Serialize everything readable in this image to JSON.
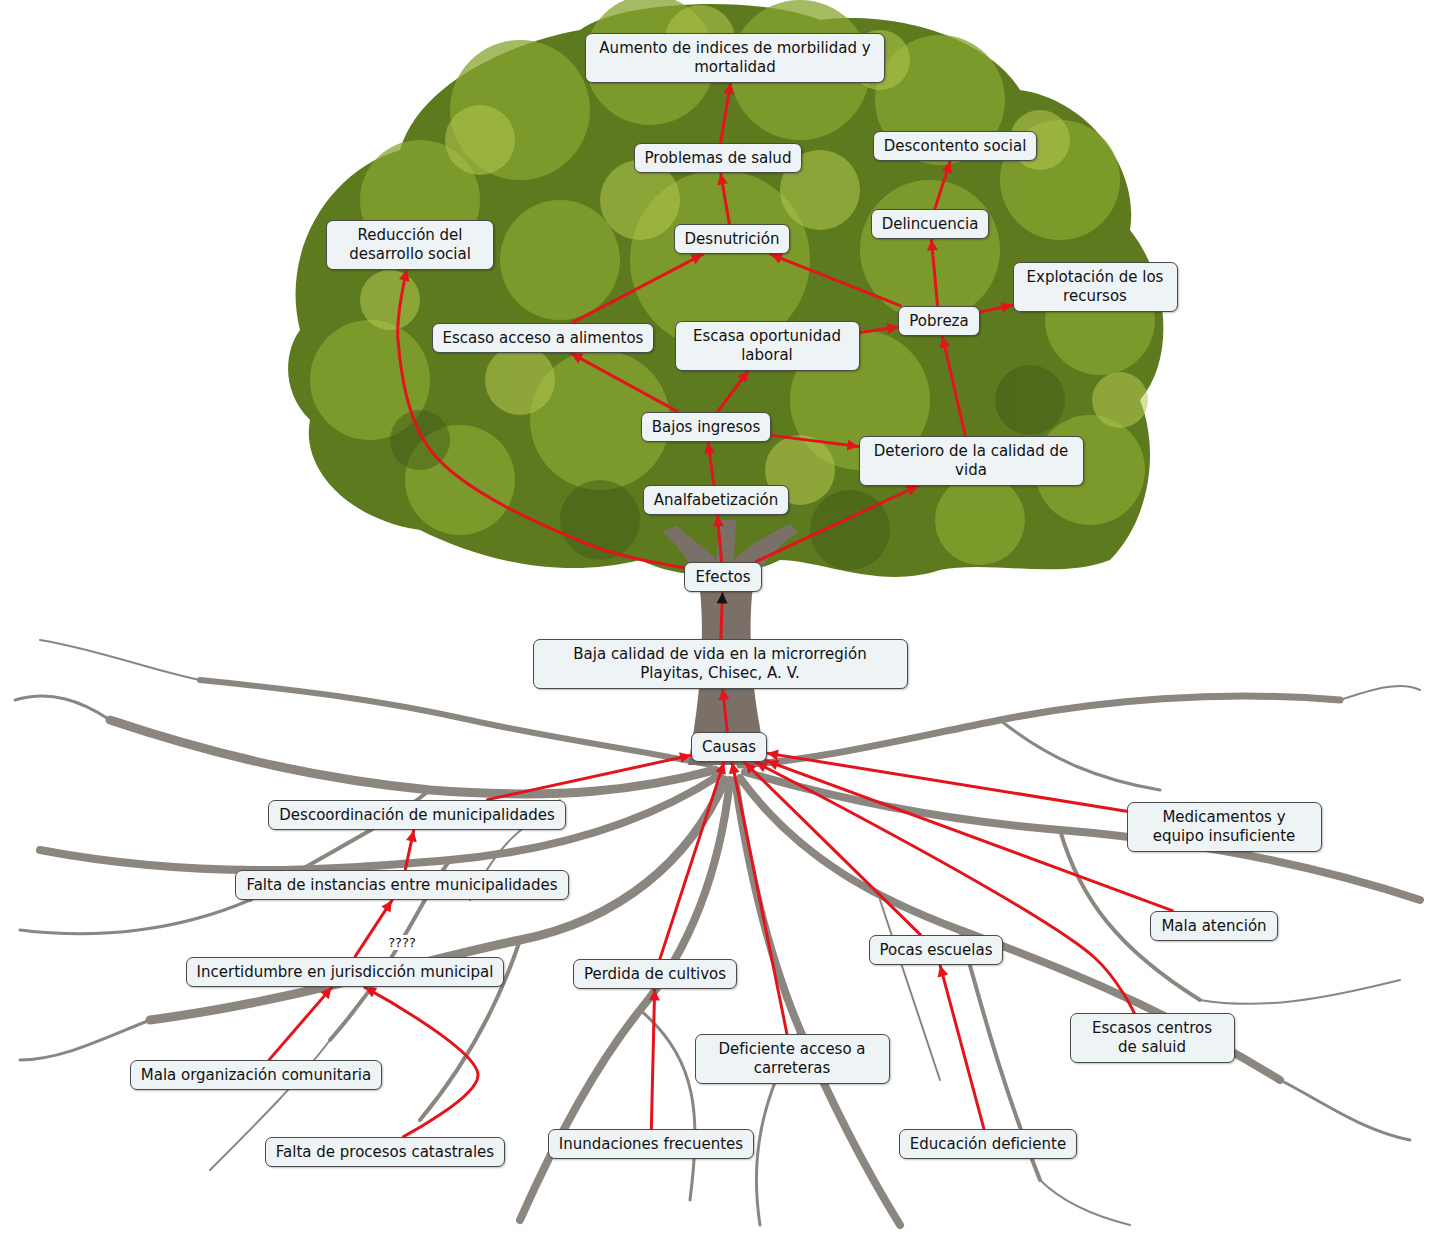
{
  "diagram": {
    "nodes": [
      {
        "text": [
          "Aumento de indices de morbilidad y mortalidad"
        ]
      },
      {
        "text": [
          "Problemas de salud"
        ]
      },
      {
        "text": [
          "Descontento social"
        ]
      },
      {
        "text": [
          "Delincuencia"
        ]
      },
      {
        "text": [
          "Reducción del desarrollo social"
        ]
      },
      {
        "text": [
          "Desnutrición"
        ]
      },
      {
        "text": [
          "Explotación de los recursos"
        ]
      },
      {
        "text": [
          "Pobreza"
        ]
      },
      {
        "text": [
          "Escaso acceso a alimentos"
        ]
      },
      {
        "text": [
          "Escasa oportunidad laboral"
        ]
      },
      {
        "text": [
          "Bajos ingresos"
        ]
      },
      {
        "text": [
          "Deterioro de la calidad de vida"
        ]
      },
      {
        "text": [
          "Analfabetización"
        ]
      },
      {
        "text": [
          "Efectos"
        ]
      },
      {
        "text": [
          "Baja calidad de vida en la microrregión Playitas, Chisec, A. V."
        ]
      },
      {
        "text": [
          "Causas"
        ]
      },
      {
        "text": [
          "Descoordinación de municipalidades"
        ]
      },
      {
        "text": [
          "Medicamentos y equipo insuficiente"
        ]
      },
      {
        "text": [
          "Falta de instancias entre municipalidades"
        ]
      },
      {
        "text": [
          "Mala atención"
        ]
      },
      {
        "text": [
          "Pocas escuelas"
        ]
      },
      {
        "text": [
          "Incertidumbre en jurisdicción municipal"
        ]
      },
      {
        "text": [
          "Perdida de cultivos"
        ]
      },
      {
        "text": [
          "Escasos centros de saluid"
        ]
      },
      {
        "text": [
          "Deficiente acceso a carreteras"
        ]
      },
      {
        "text": [
          "Mala organización comunitaria"
        ]
      },
      {
        "text": [
          "Falta de procesos catastrales"
        ]
      },
      {
        "text": [
          "Inundaciones frecuentes"
        ]
      },
      {
        "text": [
          "Educación deficiente"
        ]
      }
    ],
    "edges": [
      {
        "from": 1,
        "to": 0,
        "arrow": "to"
      },
      {
        "from": 3,
        "to": 2,
        "arrow": "to"
      },
      {
        "from": 5,
        "to": 1,
        "arrow": "to"
      },
      {
        "from": 7,
        "to": 3,
        "arrow": "to"
      },
      {
        "from": 7,
        "to": 6,
        "arrow": "to"
      },
      {
        "from": 7,
        "to": 5,
        "arrow": "to"
      },
      {
        "from": 8,
        "to": 5,
        "arrow": "to"
      },
      {
        "from": 9,
        "to": 7,
        "arrow": "to"
      },
      {
        "from": 10,
        "to": 8,
        "arrow": "to"
      },
      {
        "from": 10,
        "to": 9,
        "arrow": "to"
      },
      {
        "from": 10,
        "to": 11,
        "arrow": "to"
      },
      {
        "from": 11,
        "to": 7,
        "arrow": "to"
      },
      {
        "from": 12,
        "to": 10,
        "arrow": "to"
      },
      {
        "from": 13,
        "to": 4,
        "arrow": "to"
      },
      {
        "from": 13,
        "to": 12,
        "arrow": "to"
      },
      {
        "from": 13,
        "to": 11,
        "arrow": "to"
      },
      {
        "from": 14,
        "to": 13,
        "arrow": "to"
      },
      {
        "from": 15,
        "to": 14,
        "arrow": "to"
      },
      {
        "from": 16,
        "to": 15,
        "arrow": "to"
      },
      {
        "from": 17,
        "to": 15,
        "arrow": "to"
      },
      {
        "from": 18,
        "to": 16,
        "arrow": "to"
      },
      {
        "from": 19,
        "to": 15,
        "arrow": "to"
      },
      {
        "from": 20,
        "to": 15,
        "arrow": "to"
      },
      {
        "from": 21,
        "to": 18,
        "arrow": "to"
      },
      {
        "from": 22,
        "to": 15,
        "arrow": "to"
      },
      {
        "from": 23,
        "to": 15,
        "arrow": "to"
      },
      {
        "from": 24,
        "to": 15,
        "arrow": "to"
      },
      {
        "from": 25,
        "to": 21,
        "arrow": "to"
      },
      {
        "from": 26,
        "to": 21,
        "arrow": "to"
      },
      {
        "from": 27,
        "to": 22,
        "arrow": "to"
      },
      {
        "from": 28,
        "to": 20,
        "arrow": "to"
      }
    ],
    "labels": [
      "????"
    ]
  }
}
